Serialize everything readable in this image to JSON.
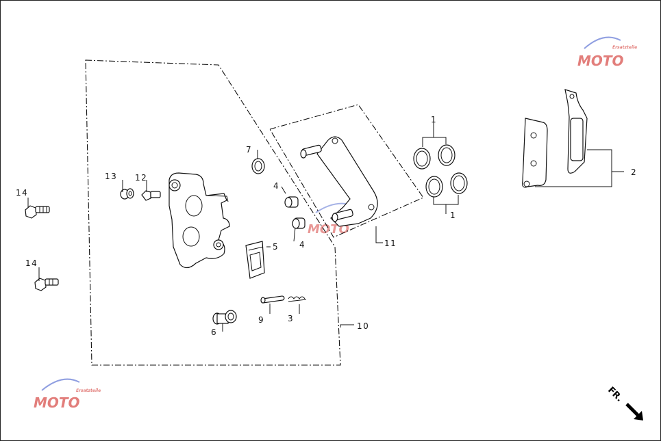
{
  "diagram": {
    "labels": {
      "p1a": "1",
      "p1b": "1",
      "p2": "2",
      "p3": "3",
      "p4a": "4",
      "p4b": "4",
      "p5": "5",
      "p6": "6",
      "p7": "7",
      "p9": "9",
      "p10": "10",
      "p11": "11",
      "p12": "12",
      "p13": "13",
      "p14a": "14",
      "p14b": "14"
    },
    "direction_marker": "FR.",
    "watermark": {
      "text": "MOTO",
      "small": "Ersatzteile"
    },
    "colors": {
      "line": "#111111",
      "watermark_red": "#d9534f",
      "watermark_blue": "#6b7fd7"
    }
  }
}
